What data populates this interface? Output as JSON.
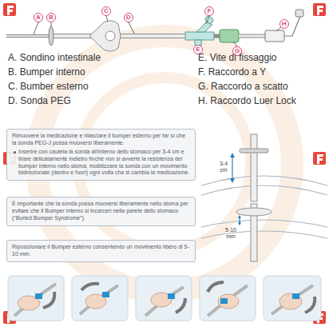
{
  "diagram": {
    "nodes": [
      {
        "text": [
          "A"
        ]
      },
      {
        "text": [
          "B"
        ]
      },
      {
        "text": [
          "C"
        ]
      },
      {
        "text": [
          "D"
        ]
      },
      {
        "text": [
          "E"
        ]
      },
      {
        "text": [
          "F"
        ]
      },
      {
        "text": [
          "G"
        ]
      },
      {
        "text": [
          "H"
        ]
      },
      {
        "text": [
          "Rimuovere la medicazione e rilasciare il bumper esterno per far sì che la sonda PEG-J possa muoversi liberamente.",
          "Inserire con cautela la sonda all'interno dello stomaco per 3-4 cm e tirare delicatamente indietro finché non si avverte la resistenza del bumper interno nello stoma; mobilizzare la sonda con un movimento bidirezionale (dentro e fuori) ogni volta che si cambia la medicazione."
        ]
      },
      {
        "text": [
          "È importante che la sonda possa muoversi liberamente nello stoma per evitare che il Bumper interno si incarceri nella parete dello stomaco (“Buried Bumper Syndrome”)."
        ]
      },
      {
        "text": [
          "Riposizionare il Bumper esterno consentendo un movimento libero di 5-10 mm."
        ]
      }
    ],
    "labels": [
      "A. Sondino intestinale",
      "B. Bumper interno",
      "C. Bumber esterno",
      "D. Sonda PEG",
      "E. Vite di fissaggio",
      "F. Raccordo a Y",
      "G. Raccordo a scatto",
      "H. Raccordo Luer Lock",
      "3-4 cm",
      "5-10 mm"
    ]
  }
}
